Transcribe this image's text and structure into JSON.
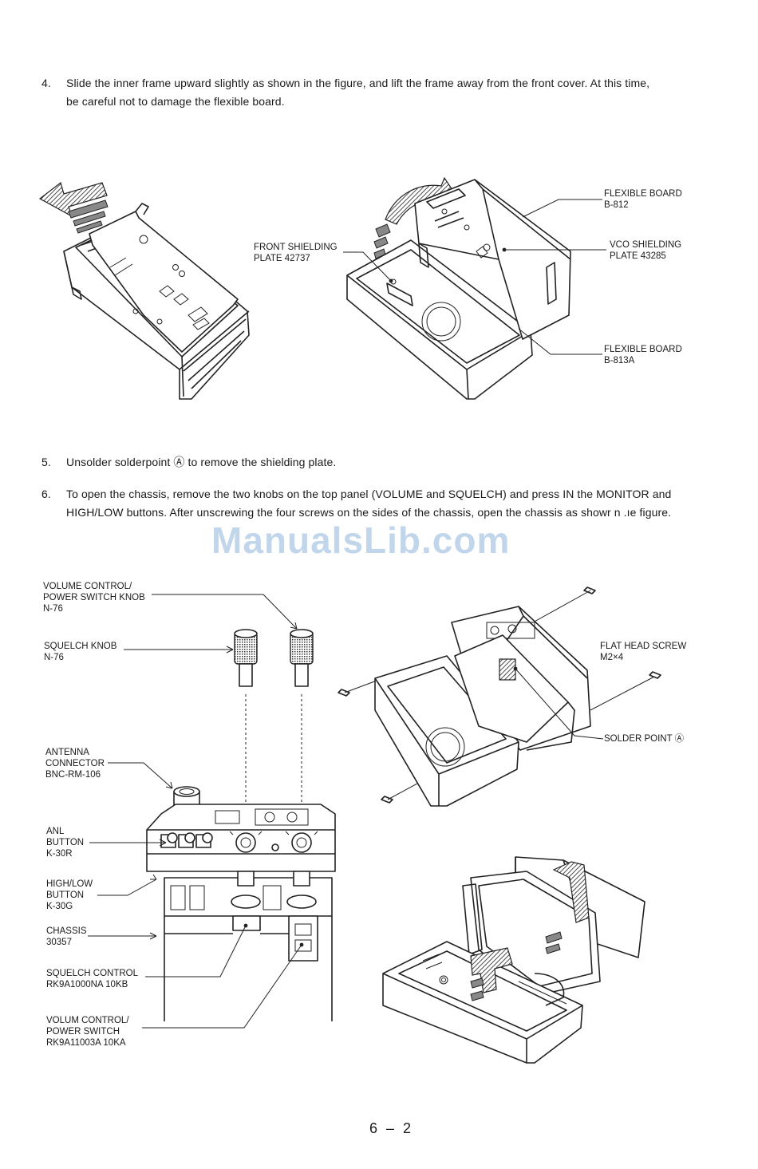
{
  "steps": [
    {
      "number": "4.",
      "text": "Slide the inner frame upward slightly as shown in the figure, and lift the frame away from the front cover. At this time, be careful not to damage the flexible board."
    },
    {
      "number": "5.",
      "text": "Unsolder solderpoint Ⓐ to remove the shielding plate."
    },
    {
      "number": "6.",
      "text": "To open the chassis, remove the two knobs on the top panel (VOLUME and SQUELCH) and press IN the MONITOR and HIGH/LOW buttons. After unscrewing the four screws on the sides of the chassis, open the chassis as showr n .ıe figure."
    }
  ],
  "figure1": {
    "labels": {
      "flexible_board_b812": "FLEXIBLE BOARD\nB-812",
      "front_shielding_plate": "FRONT SHIELDING\nPLATE 42737",
      "vco_shielding_plate": "VCO SHIELDING\nPLATE 43285",
      "flexible_board_b813a": "FLEXIBLE BOARD\nB-813A"
    }
  },
  "figure2": {
    "labels": {
      "volume_knob": "VOLUME CONTROL/\nPOWER SWITCH KNOB\nN-76",
      "squelch_knob": "SQUELCH KNOB\nN-76",
      "antenna_connector": "ANTENNA\nCONNECTOR\nBNC-RM-106",
      "anl_button": "ANL\nBUTTON\nK-30R",
      "high_low_button": "HIGH/LOW\nBUTTON\nK-30G",
      "chassis": "CHASSIS\n30357",
      "squelch_control": "SQUELCH CONTROL\nRK9A1000NA 10KB",
      "volume_control": "VOLUM CONTROL/\nPOWER SWITCH\nRK9A11003A 10KA",
      "flat_head_screw": "FLAT HEAD SCREW\nM2×4",
      "solder_point": "SOLDER POINT Ⓐ"
    }
  },
  "watermark": "ManualsLib.com",
  "page_number": "6 – 2"
}
